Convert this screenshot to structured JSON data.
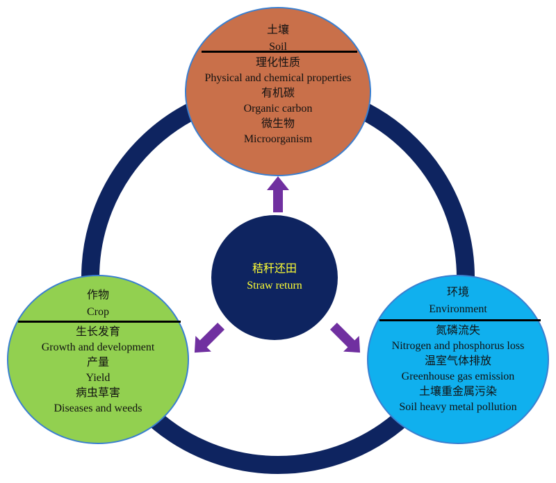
{
  "center": {
    "zh": "秸秆还田",
    "en": "Straw return"
  },
  "soil": {
    "title_zh": "土壤",
    "title_en": "Soil",
    "items": [
      "理化性质",
      "Physical and chemical properties",
      "有机碳",
      "Organic carbon",
      "微生物",
      "Microorganism"
    ]
  },
  "crop": {
    "title_zh": "作物",
    "title_en": "Crop",
    "items": [
      "生长发育",
      "Growth and development",
      "产量",
      "Yield",
      "病虫草害",
      "Diseases and weeds"
    ]
  },
  "environment": {
    "title_zh": "环境",
    "title_en": "Environment",
    "items": [
      "氮磷流失",
      "Nitrogen and phosphorus loss",
      "温室气体排放",
      "Greenhouse gas emission",
      "土壤重金属污染",
      "Soil heavy metal pollution"
    ]
  },
  "colors": {
    "ring": "#0e2460",
    "center_fill": "#0e2460",
    "center_text": "#ffff33",
    "soil_fill": "#c9704a",
    "crop_fill": "#92d050",
    "environment_fill": "#10b0ee",
    "arrow": "#7030a0"
  }
}
